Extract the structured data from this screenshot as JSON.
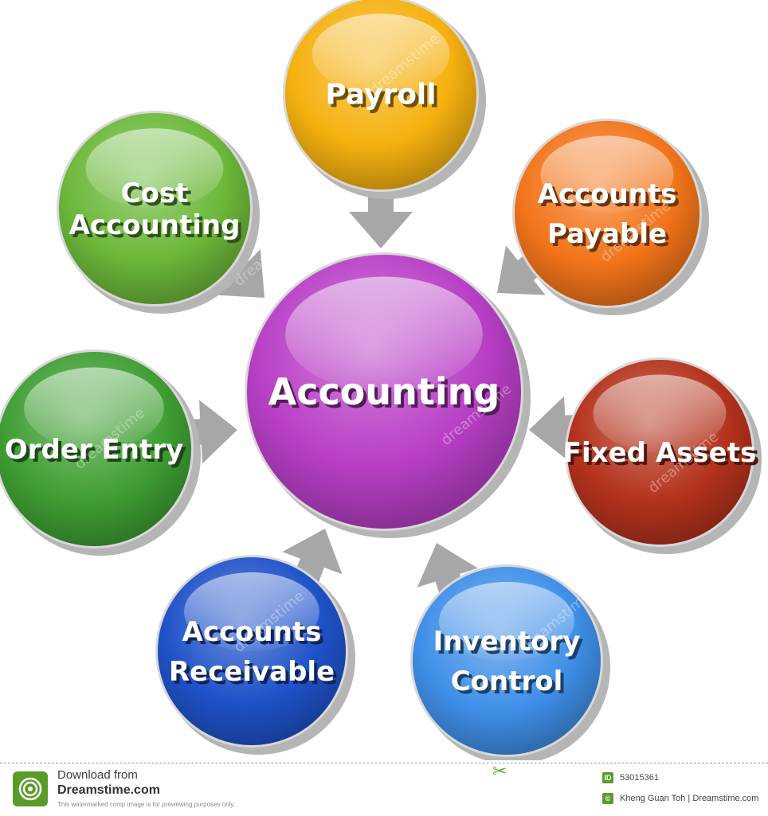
{
  "diagram": {
    "center": {
      "label_lines": [
        "Accounting"
      ],
      "color": "#b83fc6"
    },
    "nodes": [
      {
        "id": "payroll",
        "label_lines": [
          "Payroll"
        ],
        "color": "#f5b10f"
      },
      {
        "id": "accounts-payable",
        "label_lines": [
          "Accounts",
          "Payable"
        ],
        "color": "#f2741a"
      },
      {
        "id": "fixed-assets",
        "label_lines": [
          "Fixed Assets"
        ],
        "color": "#b3321c"
      },
      {
        "id": "inventory-control",
        "label_lines": [
          "Inventory",
          "Control"
        ],
        "color": "#3f8fe8"
      },
      {
        "id": "accounts-receivable",
        "label_lines": [
          "Accounts",
          "Receivable"
        ],
        "color": "#1f52c9"
      },
      {
        "id": "order-entry",
        "label_lines": [
          "Order Entry"
        ],
        "color": "#3f9e33"
      },
      {
        "id": "cost-accounting",
        "label_lines": [
          "Cost",
          "Accounting"
        ],
        "color": "#6cb83a"
      }
    ],
    "arrow_color": "#a7a7a7",
    "watermark": "dreamstime"
  },
  "footer": {
    "download_text": "Download from",
    "brand": "Dreamstime.com",
    "note": "This watermarked comp image is for previewing purposes only.",
    "id_badge": "ID",
    "image_id": "53015361",
    "credit": "Kheng Guan Toh | Dreamstime.com",
    "brand_color": "#5a9b2a"
  }
}
